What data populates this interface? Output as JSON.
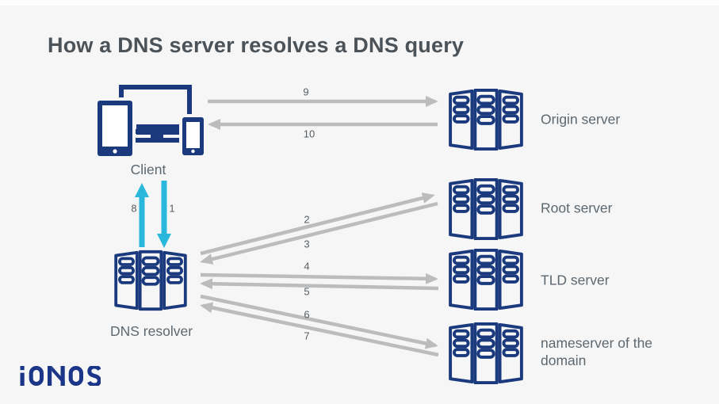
{
  "title": "How a DNS server resolves a DNS query",
  "brand": {
    "logo_text": "IONOS"
  },
  "nodes": {
    "client": {
      "label": "Client"
    },
    "dns_resolver": {
      "label": "DNS resolver"
    },
    "origin_server": {
      "label": "Origin server"
    },
    "root_server": {
      "label": "Root server"
    },
    "tld_server": {
      "label": "TLD server"
    },
    "nameserver": {
      "label": "nameserver of the domain"
    }
  },
  "arrows": [
    {
      "step": "1",
      "from": "Client",
      "to": "DNS resolver"
    },
    {
      "step": "2",
      "from": "DNS resolver",
      "to": "Root server"
    },
    {
      "step": "3",
      "from": "Root server",
      "to": "DNS resolver"
    },
    {
      "step": "4",
      "from": "DNS resolver",
      "to": "TLD server"
    },
    {
      "step": "5",
      "from": "TLD server",
      "to": "DNS resolver"
    },
    {
      "step": "6",
      "from": "DNS resolver",
      "to": "nameserver of the domain"
    },
    {
      "step": "7",
      "from": "nameserver of the domain",
      "to": "DNS resolver"
    },
    {
      "step": "8",
      "from": "DNS resolver",
      "to": "Client"
    },
    {
      "step": "9",
      "from": "Client",
      "to": "Origin server"
    },
    {
      "step": "10",
      "from": "Origin server",
      "to": "Client"
    }
  ],
  "colors": {
    "background": "#f6f6f7",
    "icon_navy": "#1a3a7d",
    "logo_navy": "#1b3589",
    "arrow_gray": "#bcbcbc",
    "arrow_cyan": "#2ab7dc",
    "title_text": "#4b5359",
    "label_text": "#5d676e",
    "number_text": "#565d63"
  }
}
